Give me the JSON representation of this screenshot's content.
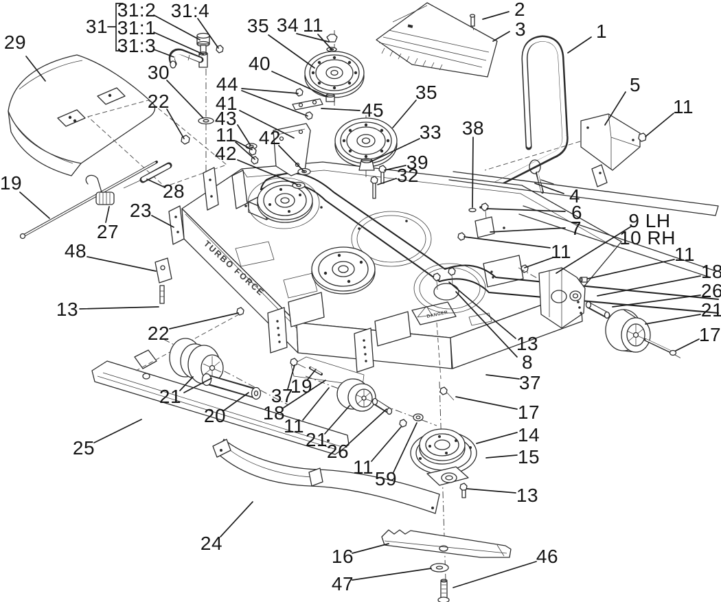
{
  "callouts": [
    "29",
    "31",
    "31:2",
    "31:1",
    "31:3",
    "31:4",
    "30",
    "22",
    "35",
    "34",
    "11",
    "40",
    "44",
    "41",
    "43",
    "11",
    "42",
    "42",
    "45",
    "35",
    "33",
    "39",
    "32",
    "2",
    "3",
    "1",
    "5",
    "11",
    "38",
    "4",
    "6",
    "7",
    "9 LH",
    "10 RH",
    "11",
    "11",
    "18",
    "26",
    "21",
    "17",
    "19",
    "28",
    "27",
    "23",
    "48",
    "13",
    "22",
    "13",
    "8",
    "37",
    "21",
    "20",
    "25",
    "37",
    "19",
    "18",
    "11",
    "21",
    "26",
    "11",
    "59",
    "17",
    "14",
    "15",
    "13",
    "24",
    "16",
    "47",
    "46"
  ],
  "decals": {
    "brand": "TURBO FORCE",
    "warning": "DANGER"
  }
}
